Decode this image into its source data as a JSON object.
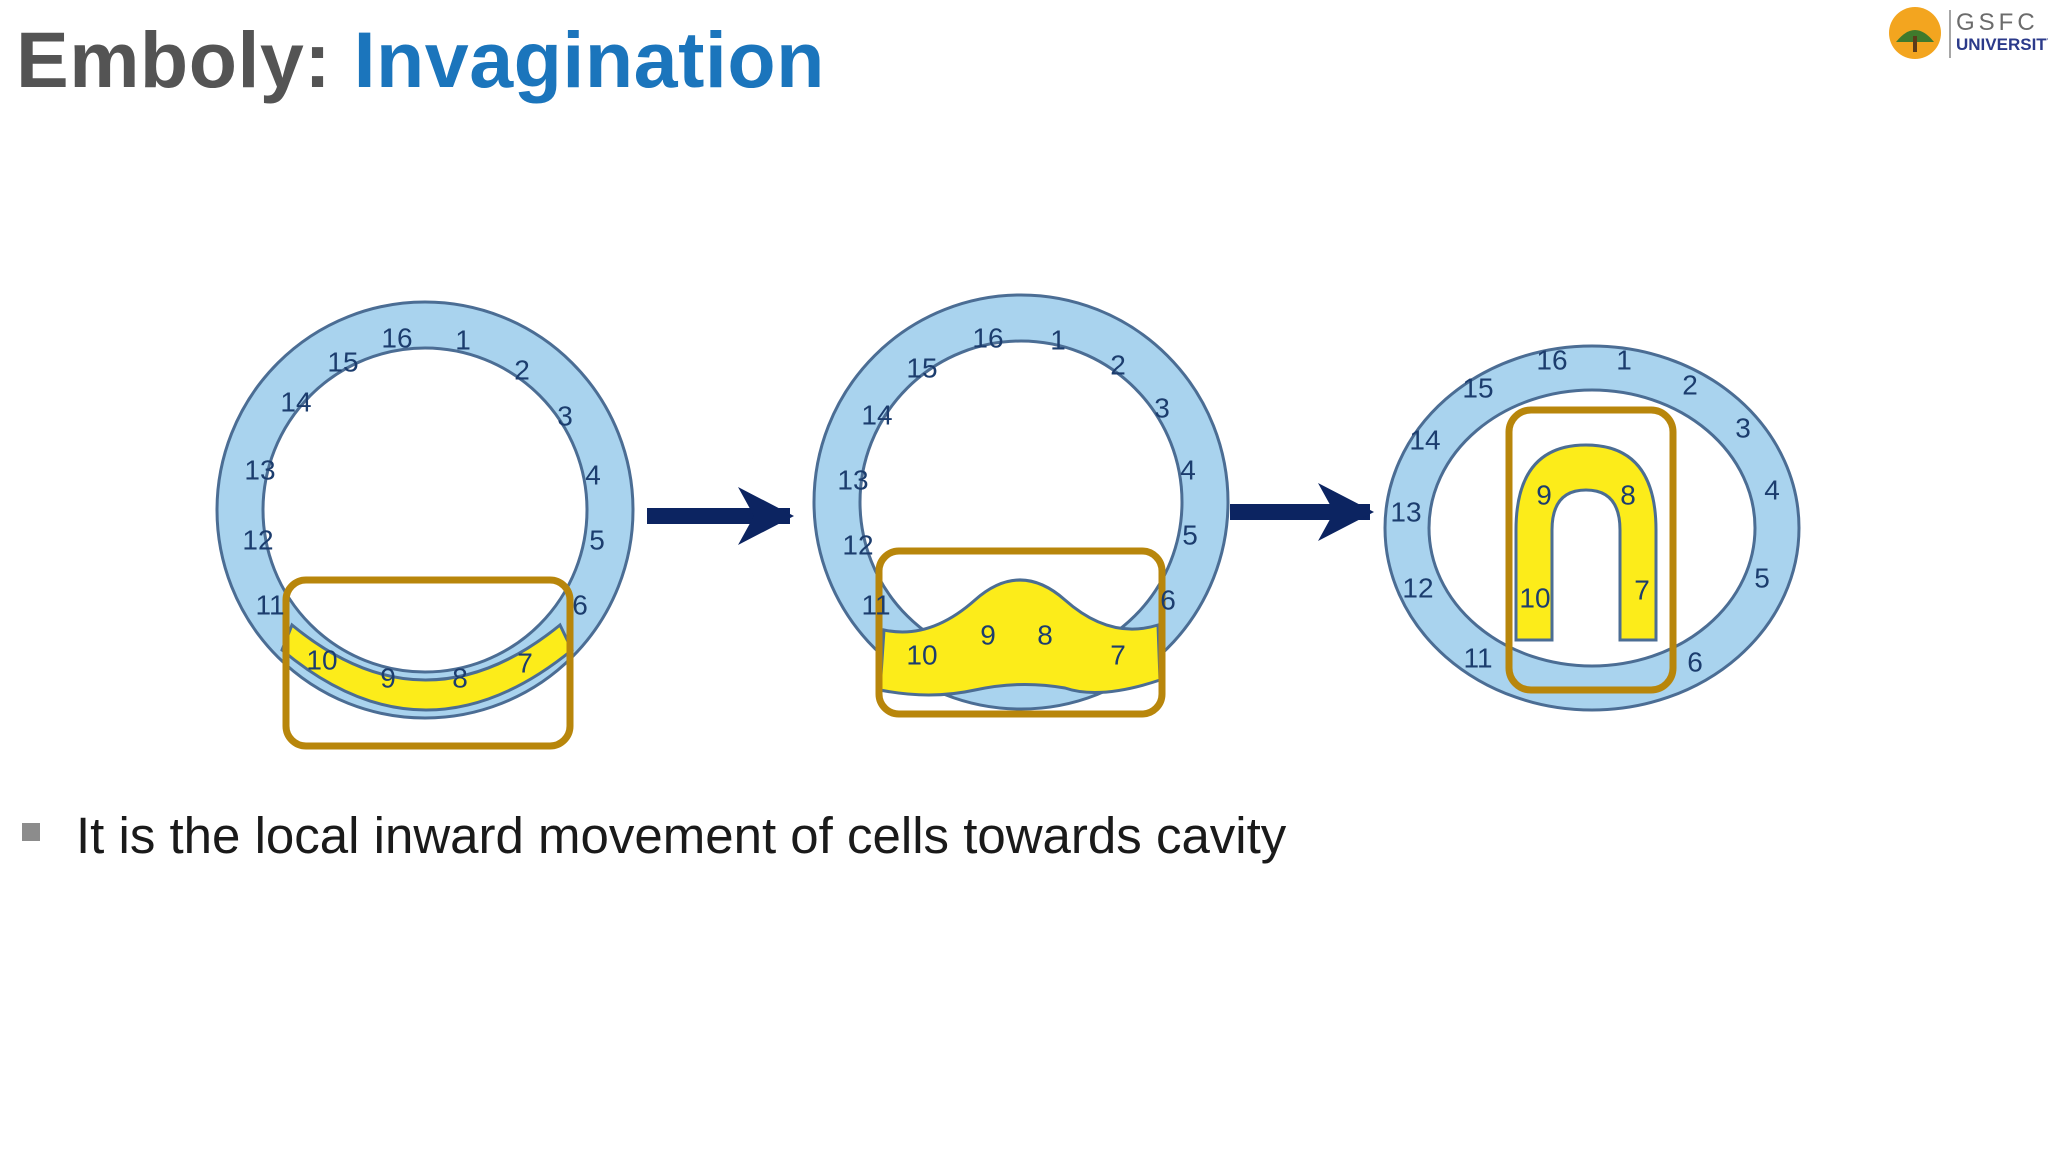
{
  "slide": {
    "title_prefix": "Emboly: ",
    "title_highlight": "Invagination",
    "bullet_text": "It is the local inward movement of cells towards cavity"
  },
  "logo": {
    "line1": "GSFC",
    "line2": "UNIVERSITY"
  },
  "diagram": {
    "stage1_cells": [
      "16",
      "1",
      "2",
      "3",
      "4",
      "5",
      "6",
      "7",
      "8",
      "9",
      "10",
      "11",
      "12",
      "13",
      "14",
      "15"
    ],
    "stage2_cells": [
      "16",
      "1",
      "2",
      "3",
      "4",
      "5",
      "6",
      "7",
      "8",
      "9",
      "10",
      "11",
      "12",
      "13",
      "14",
      "15"
    ],
    "stage3_cells": [
      "16",
      "1",
      "2",
      "3",
      "4",
      "5",
      "6",
      "7",
      "8",
      "9",
      "10",
      "11",
      "12",
      "13",
      "14",
      "15"
    ],
    "colors": {
      "ectoderm": "#a9d3ee",
      "endoderm": "#fcec1a",
      "highlight_box": "#b8860b",
      "arrow": "#0c2461",
      "outline": "#4b6d94"
    }
  }
}
